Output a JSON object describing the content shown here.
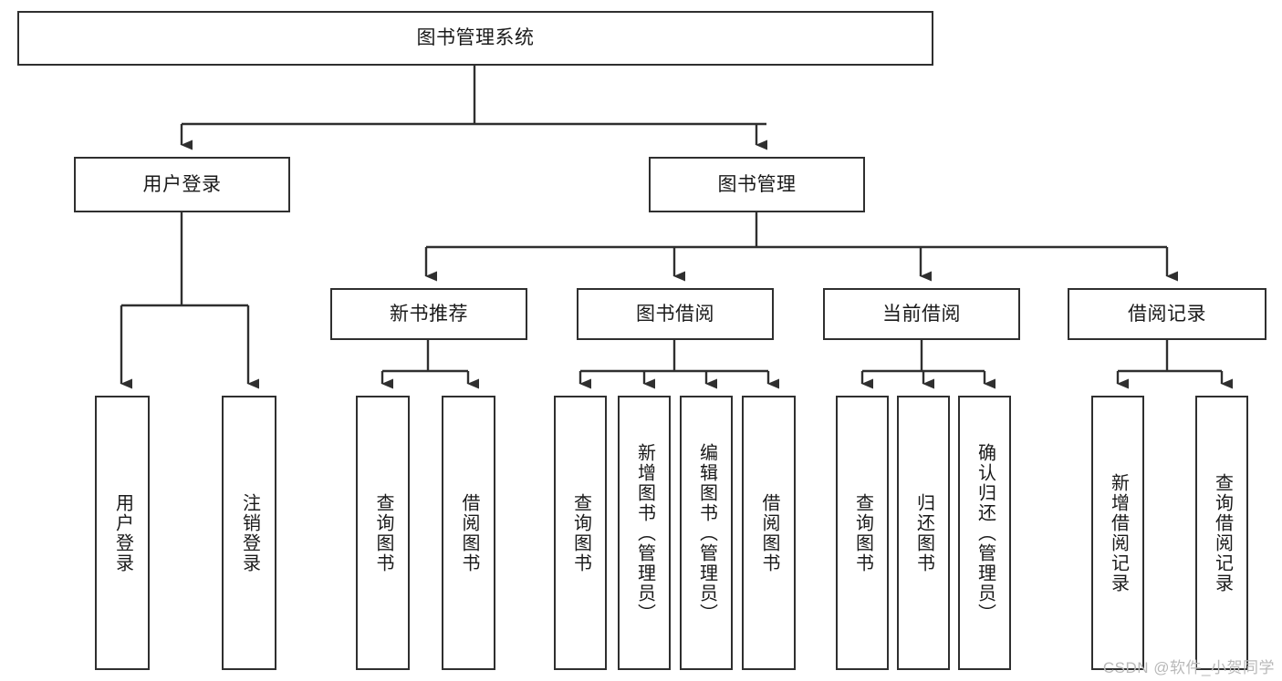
{
  "diagram": {
    "title_node": {
      "label": "图书管理系统"
    },
    "level2": [
      {
        "id": "user-login",
        "label": "用户登录"
      },
      {
        "id": "book-management",
        "label": "图书管理"
      }
    ],
    "level3": [
      {
        "id": "new-book-recommend",
        "label": "新书推荐"
      },
      {
        "id": "book-borrow",
        "label": "图书借阅"
      },
      {
        "id": "current-borrow",
        "label": "当前借阅"
      },
      {
        "id": "borrow-record",
        "label": "借阅记录"
      }
    ],
    "leaves": {
      "user_login": [
        {
          "id": "leaf-user-login",
          "label": "用户登录"
        },
        {
          "id": "leaf-logout-login",
          "label": "注销登录"
        }
      ],
      "new_book_recommend": [
        {
          "id": "leaf-query-book-1",
          "label": "查询图书"
        },
        {
          "id": "leaf-borrow-book-1",
          "label": "借阅图书"
        }
      ],
      "book_borrow": [
        {
          "id": "leaf-query-book-2",
          "label": "查询图书"
        },
        {
          "id": "leaf-add-book",
          "label": "新增图书（管理员）"
        },
        {
          "id": "leaf-edit-book",
          "label": "编辑图书（管理员）"
        },
        {
          "id": "leaf-borrow-book-2",
          "label": "借阅图书"
        }
      ],
      "current_borrow": [
        {
          "id": "leaf-query-book-3",
          "label": "查询图书"
        },
        {
          "id": "leaf-return-book",
          "label": "归还图书"
        },
        {
          "id": "leaf-confirm-return",
          "label": "确认归还（管理员）"
        }
      ],
      "borrow_record": [
        {
          "id": "leaf-add-record",
          "label": "新增借阅记录"
        },
        {
          "id": "leaf-query-record",
          "label": "查询借阅记录"
        }
      ]
    }
  },
  "watermark": {
    "text": "CSDN @软件_小贺同学"
  },
  "colors": {
    "stroke": "#2f2f2f",
    "background": "#ffffff",
    "text": "#1a1a1a",
    "watermark": "#b9b9b9"
  }
}
